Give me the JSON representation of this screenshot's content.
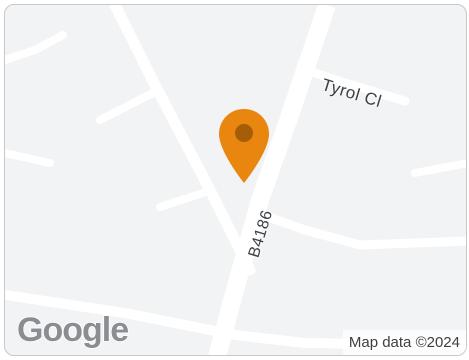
{
  "map": {
    "streets": {
      "tyrol": "Tyrol Cl",
      "b4186": "B4186"
    },
    "logo_text": "Google",
    "attribution": "Map data ©2024",
    "marker_icon": "location-pin-icon",
    "colors": {
      "background": "#f1f3f4",
      "road": "#ffffff",
      "marker_fill": "#e8860f",
      "marker_dot": "#a65d07"
    }
  }
}
